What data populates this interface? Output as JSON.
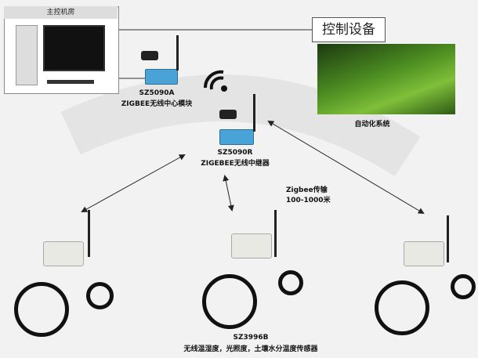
{
  "control_room": {
    "title": "主控机房"
  },
  "control_device": {
    "title": "控制设备",
    "caption": "自动化系统"
  },
  "center_module": {
    "model": "SZ5090A",
    "desc": "ZIGBEE无线中心模块"
  },
  "repeater": {
    "model": "SZ5090R",
    "desc": "ZIGEBEE无线中继器"
  },
  "transmission": {
    "line1": "Zigbee传输",
    "line2": "100-1000米"
  },
  "sensor": {
    "model": "SZ3996B",
    "desc": "无线温湿度，光照度，土壤水分温度传感器"
  }
}
